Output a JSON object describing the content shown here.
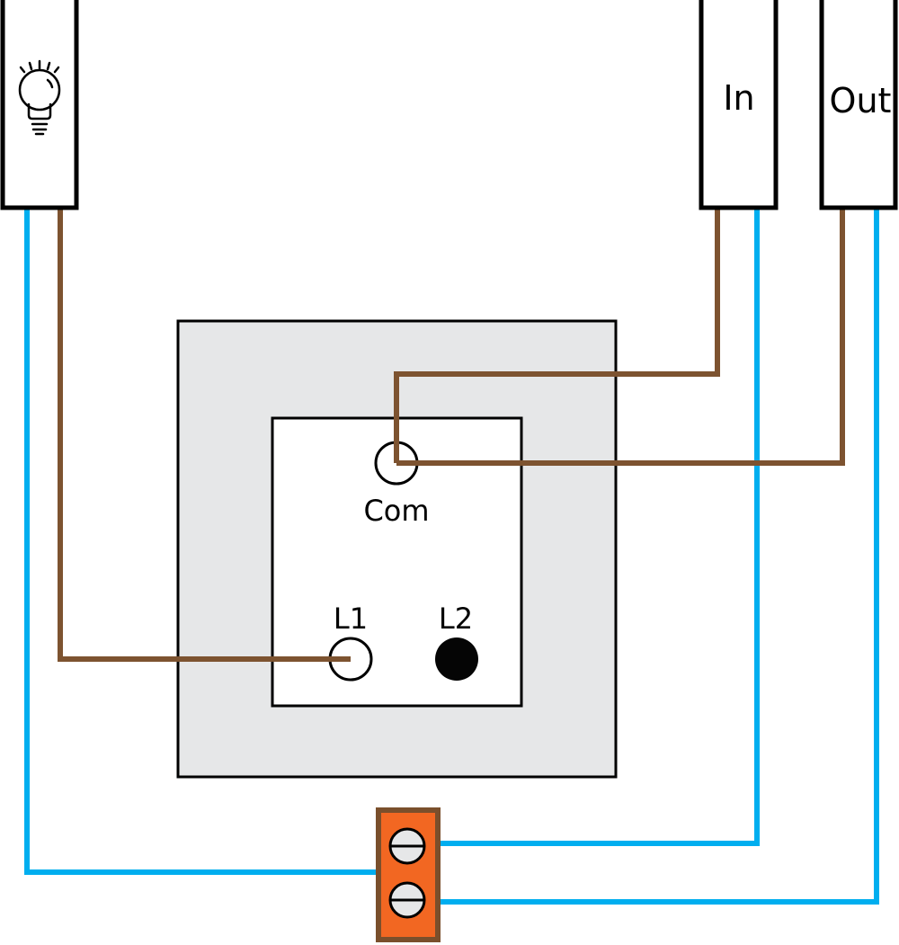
{
  "labels": {
    "in": "In",
    "out": "Out",
    "com": "Com",
    "l1": "L1",
    "l2": "L2"
  },
  "icons": {
    "lamp": "light-bulb-icon"
  },
  "colors": {
    "live_wire": "#7d5330",
    "neutral_wire": "#00aeef",
    "plate": "#e6e7e8",
    "connector": "#f26722",
    "connector_border": "#7a4f2c"
  }
}
